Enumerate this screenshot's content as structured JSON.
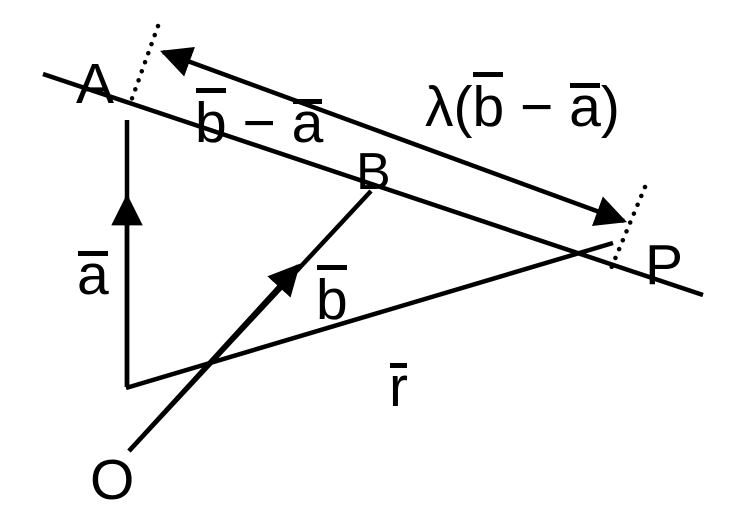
{
  "figure": {
    "description": "Vector equation of a line through points A and B: position vector diagram",
    "background_color": "#ffffff",
    "ink_color": "#000000",
    "points": {
      "A": "A",
      "B": "B",
      "O": "O",
      "P": "P"
    },
    "vector_labels": {
      "a": "a",
      "b": "b",
      "r": "r"
    },
    "expressions": {
      "diff": {
        "b": "b",
        "minus": " − ",
        "a": "a"
      },
      "scaled": {
        "lambda_open": "λ(",
        "b": "b",
        "minus": " − ",
        "a": "a",
        "close": ")"
      }
    }
  }
}
